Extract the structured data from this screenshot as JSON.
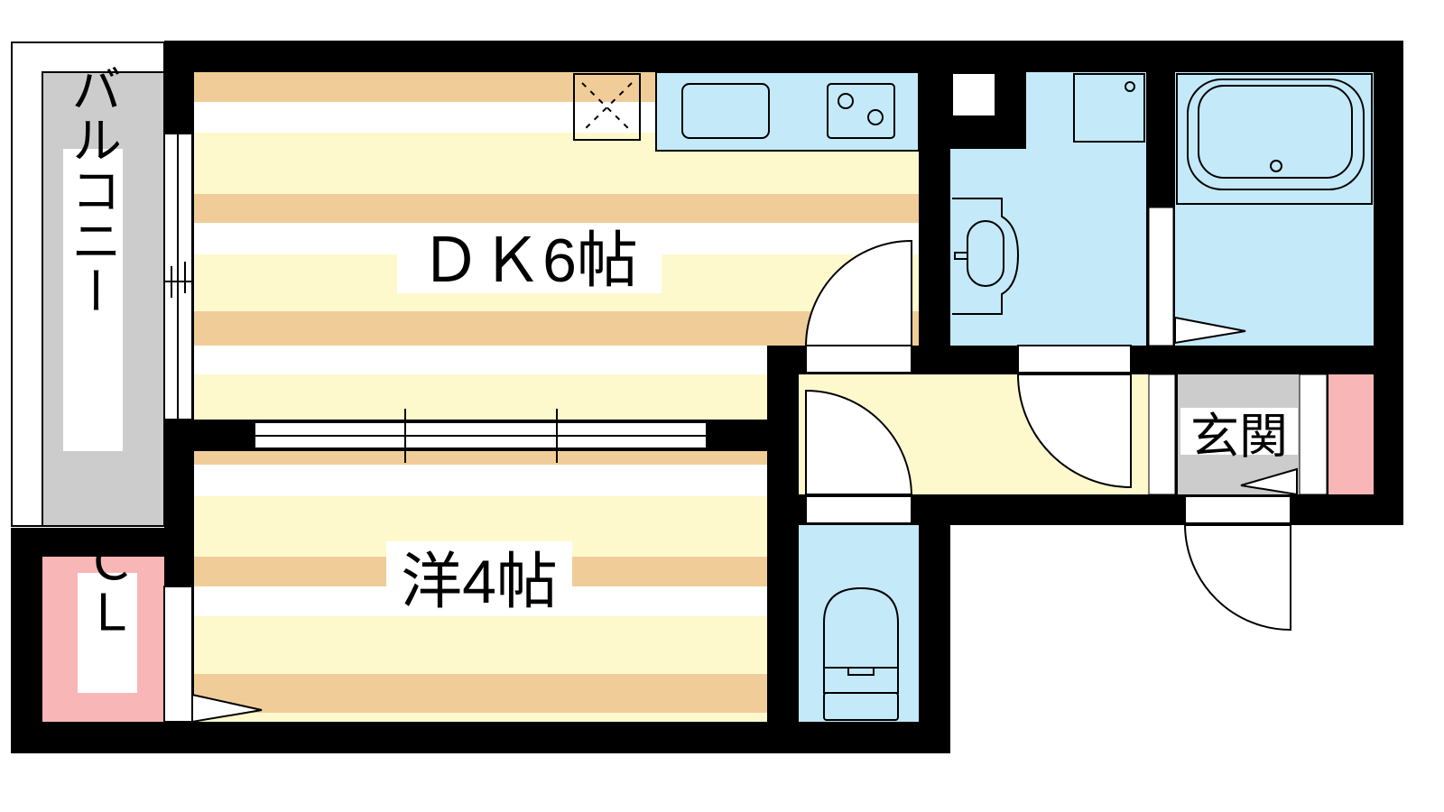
{
  "rooms": {
    "dk": {
      "label": "ＤＫ6帖"
    },
    "western": {
      "label": "洋4帖"
    },
    "balcony": {
      "label": "バルコニー"
    },
    "closet": {
      "label": "ＣＬ"
    },
    "entrance": {
      "label": "玄関"
    }
  },
  "colors": {
    "wall": "#000000",
    "floor_tan": "#f0cd98",
    "floor_cream": "#fef9cc",
    "wet_area": "#c4e9f8",
    "balcony": "#cccccc",
    "closet": "#f9b6b6",
    "entrance_floor": "#cccccc"
  }
}
